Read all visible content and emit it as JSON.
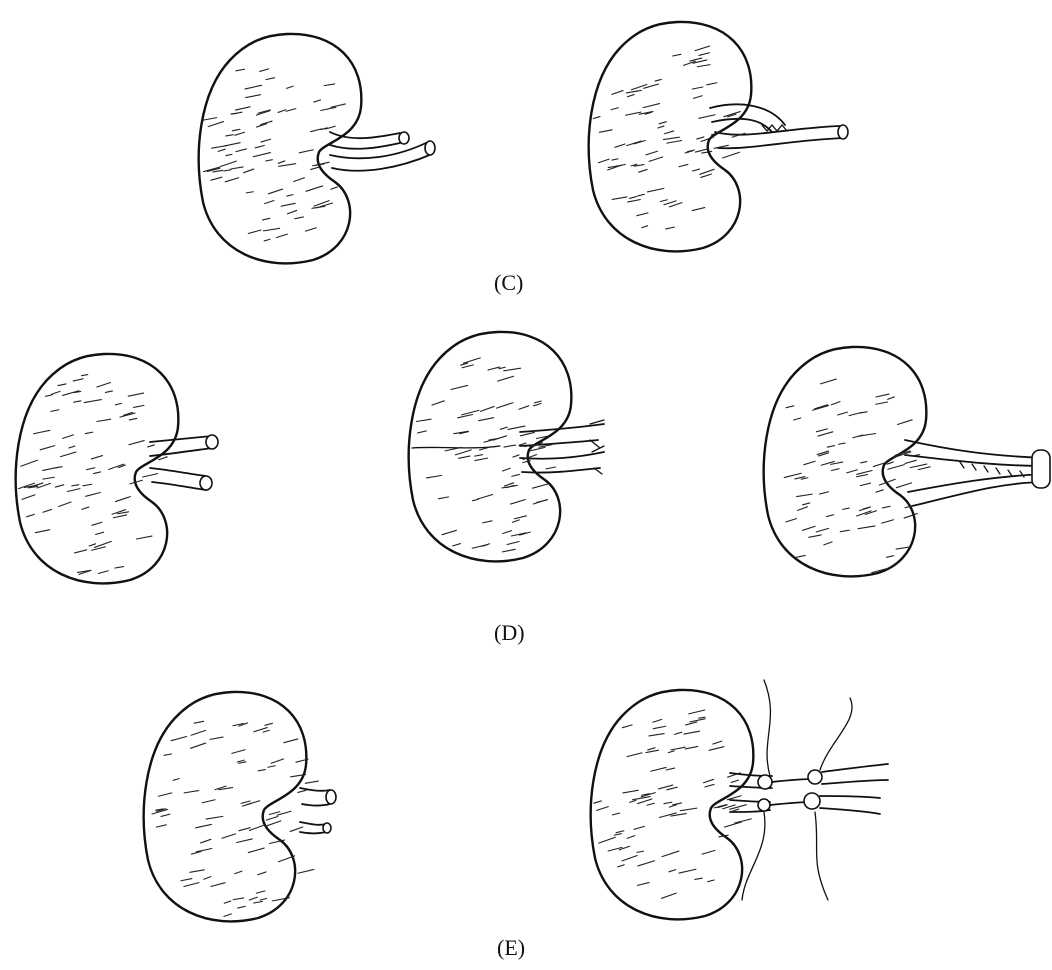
{
  "panels": {
    "c": {
      "label": "(C)"
    },
    "d": {
      "label": "(D)"
    },
    "e": {
      "label": "(E)"
    }
  },
  "colors": {
    "ink": "#111111",
    "paper": "#ffffff"
  }
}
